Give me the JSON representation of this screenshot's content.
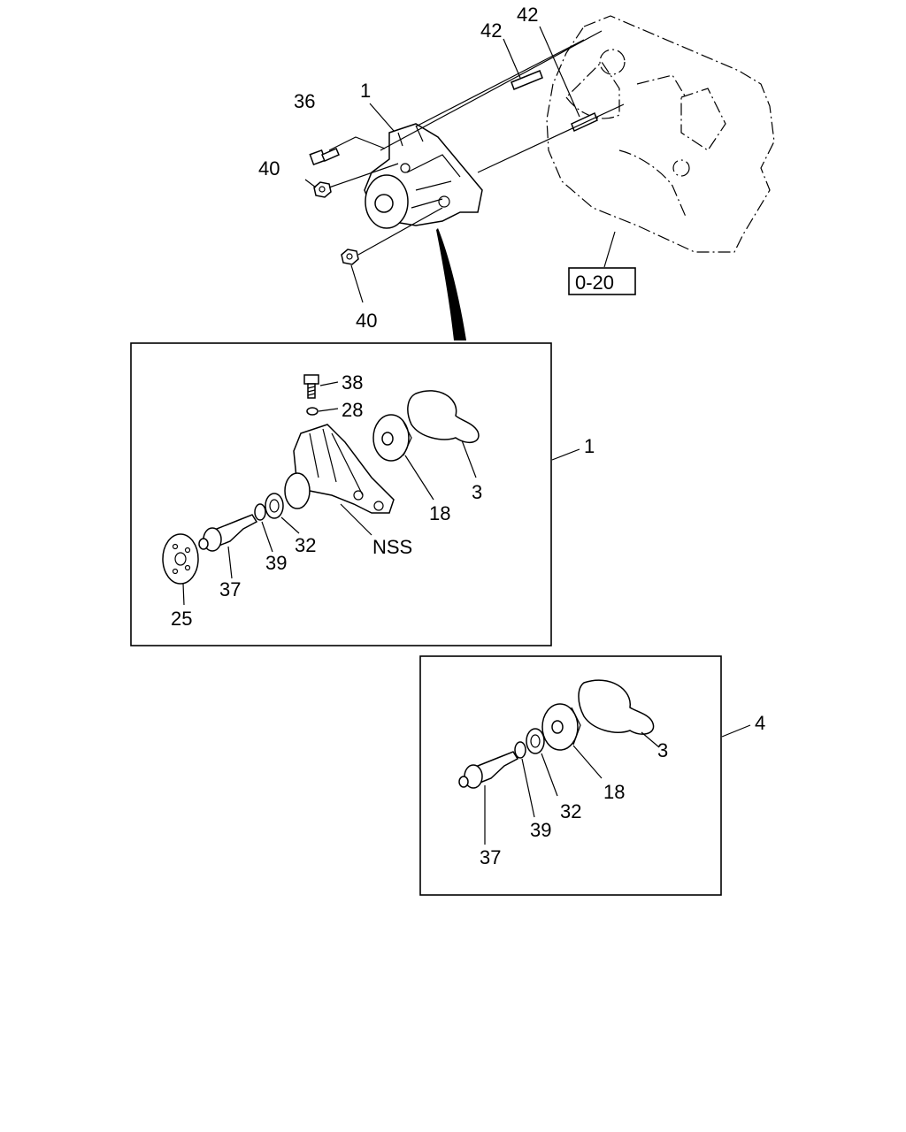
{
  "top": {
    "ref_box": "0-20",
    "labels": {
      "l42a": "42",
      "l42b": "42",
      "l1": "1",
      "l36": "36",
      "l40a": "40",
      "l40b": "40"
    }
  },
  "box1": {
    "callout": "1",
    "labels": {
      "l38": "38",
      "l28": "28",
      "l3": "3",
      "l18": "18",
      "lNSS": "NSS",
      "l32": "32",
      "l39": "39",
      "l37": "37",
      "l25": "25"
    }
  },
  "box4": {
    "callout": "4",
    "labels": {
      "l3": "3",
      "l18": "18",
      "l32": "32",
      "l39": "39",
      "l37": "37"
    }
  }
}
